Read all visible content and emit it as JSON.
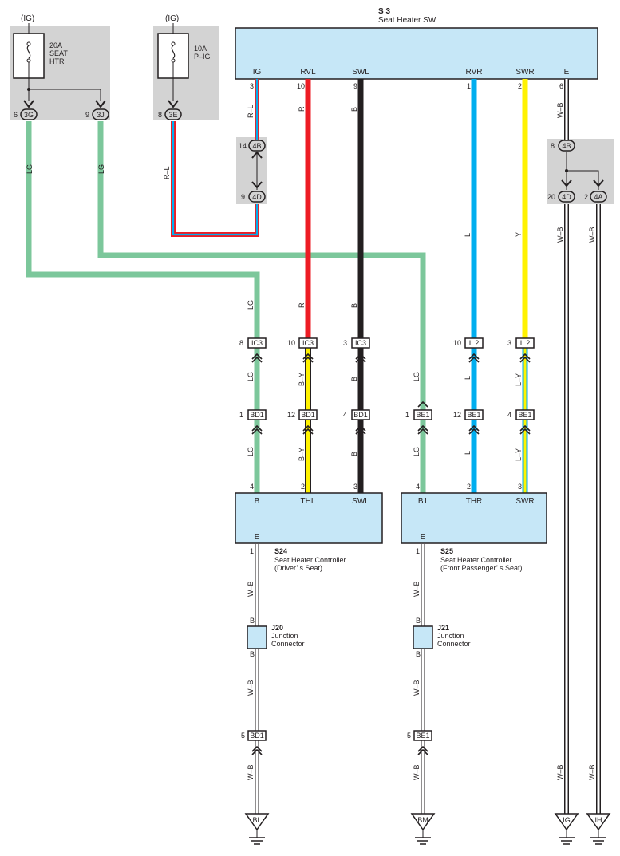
{
  "fuses": [
    {
      "source": "(IG)",
      "rating": "20A",
      "name_line1": "SEAT",
      "name_line2": "HTR"
    },
    {
      "source": "(IG)",
      "rating": "10A",
      "name_line1": "P–IG",
      "name_line2": ""
    }
  ],
  "fuse_box_connectors": [
    {
      "pin": "6",
      "code": "3G"
    },
    {
      "pin": "9",
      "code": "3J"
    },
    {
      "pin": "8",
      "code": "3E"
    }
  ],
  "switch": {
    "id": "S 3",
    "name": "Seat Heater SW",
    "terminals": [
      {
        "label": "IG",
        "pin": "3"
      },
      {
        "label": "RVL",
        "pin": "10"
      },
      {
        "label": "SWL",
        "pin": "9"
      },
      {
        "label": "RVR",
        "pin": "1"
      },
      {
        "label": "SWR",
        "pin": "2"
      },
      {
        "label": "E",
        "pin": "6"
      }
    ]
  },
  "junction_blocks": {
    "left": [
      {
        "pin": "14",
        "code": "4B"
      },
      {
        "pin": "9",
        "code": "4D"
      }
    ],
    "right": [
      {
        "pin": "8",
        "code": "4B"
      },
      {
        "pin": "20",
        "code": "4D"
      },
      {
        "pin": "2",
        "code": "4A"
      }
    ]
  },
  "wire_colors": {
    "LG": "#7cc79b",
    "R": "#ed1c24",
    "B": "#231f20",
    "L": "#00aeef",
    "Y": "#fff200",
    "W": "#ffffff",
    "lightgray": "#d3d3d3",
    "lightblue": "#c6e7f7"
  },
  "wire_labels": {
    "lg": "LG",
    "r": "R",
    "b": "B",
    "l": "L",
    "y": "Y",
    "rl": "R–L",
    "wb": "W–B",
    "by": "B–Y",
    "ly": "L–Y"
  },
  "connectors_row1": [
    {
      "pin": "8",
      "code": "IC3"
    },
    {
      "pin": "10",
      "code": "IC3"
    },
    {
      "pin": "3",
      "code": "IC3"
    },
    {
      "pin": "10",
      "code": "IL2"
    },
    {
      "pin": "3",
      "code": "IL2"
    }
  ],
  "connectors_row2": [
    {
      "pin": "1",
      "code": "BD1"
    },
    {
      "pin": "12",
      "code": "BD1"
    },
    {
      "pin": "4",
      "code": "BD1"
    },
    {
      "pin": "1",
      "code": "BE1"
    },
    {
      "pin": "12",
      "code": "BE1"
    },
    {
      "pin": "4",
      "code": "BE1"
    }
  ],
  "controllers": [
    {
      "id": "S24",
      "line1": "Seat Heater Controller",
      "line2": "(Driver’ s Seat)",
      "terminals": [
        {
          "label": "B",
          "pin": "4"
        },
        {
          "label": "THL",
          "pin": "2"
        },
        {
          "label": "SWL",
          "pin": "3"
        }
      ],
      "ground_label": "E",
      "ground_pin": "1"
    },
    {
      "id": "S25",
      "line1": "Seat Heater Controller",
      "line2": "(Front Passenger’ s Seat)",
      "terminals": [
        {
          "label": "B1",
          "pin": "4"
        },
        {
          "label": "THR",
          "pin": "2"
        },
        {
          "label": "SWR",
          "pin": "3"
        }
      ],
      "ground_label": "E",
      "ground_pin": "1"
    }
  ],
  "junction_connectors": [
    {
      "id": "J20",
      "line1": "Junction",
      "line2": "Connector",
      "pin_top": "B",
      "pin_bottom": "B"
    },
    {
      "id": "J21",
      "line1": "Junction",
      "line2": "Connector",
      "pin_top": "B",
      "pin_bottom": "B"
    }
  ],
  "ground_connectors": [
    {
      "pin": "5",
      "code": "BD1"
    },
    {
      "pin": "5",
      "code": "BE1"
    }
  ],
  "grounds": [
    "BL",
    "BM",
    "IG",
    "IH"
  ]
}
